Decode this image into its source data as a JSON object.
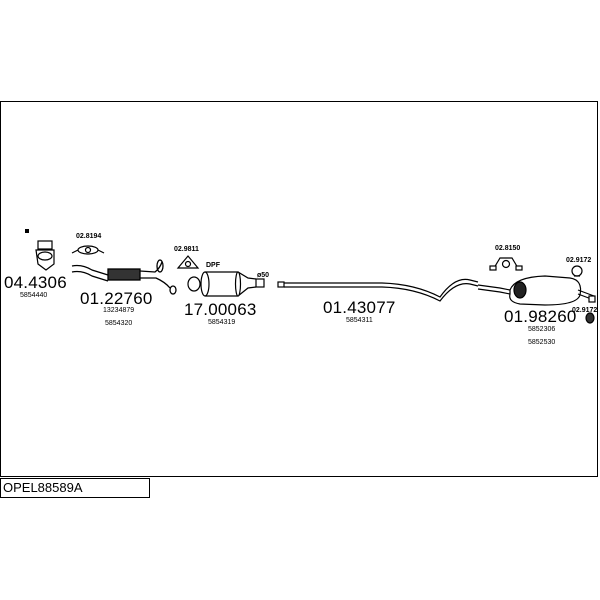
{
  "diagram_code": "OPEL88589A",
  "parts": [
    {
      "part_number": "04.4306",
      "oem_numbers": [
        "5854440"
      ]
    },
    {
      "part_number": "01.22760",
      "oem_numbers": [
        "13234879",
        "5854320"
      ]
    },
    {
      "part_number": "17.00063",
      "oem_numbers": [
        "5854319"
      ],
      "tag": "DPF"
    },
    {
      "part_number": "01.43077",
      "oem_numbers": [
        "5854311"
      ]
    },
    {
      "part_number": "01.98260",
      "oem_numbers": [
        "5852306",
        "5852530"
      ]
    }
  ],
  "accessories": [
    "02.8194",
    "02.9811",
    "02.8150",
    "02.9172",
    "02.9172"
  ],
  "note": "ø50"
}
